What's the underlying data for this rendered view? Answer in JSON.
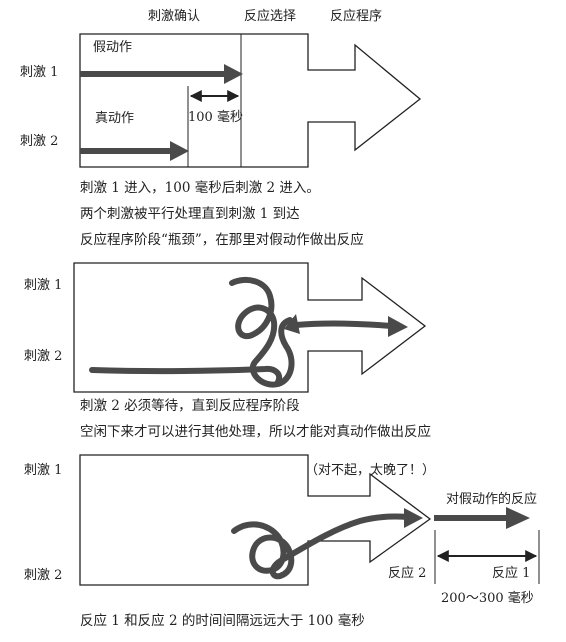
{
  "panel1": {
    "header": {
      "stage1": "刺激确认",
      "stage2": "反应选择",
      "stage3": "反应程序"
    },
    "label_stimulus1": "刺激 1",
    "label_stimulus2": "刺激 2",
    "label_fake_action": "假动作",
    "label_real_action": "真动作",
    "label_interval": "100 毫秒",
    "caption_lines": [
      "刺激 1 进入，100 毫秒后刺激 2 进入。",
      "两个刺激被平行处理直到刺激 1 到达",
      "反应程序阶段“瓶颈”，在那里对假动作做出反应"
    ]
  },
  "panel2": {
    "label_stimulus1": "刺激 1",
    "label_stimulus2": "刺激 2",
    "caption_lines": [
      "刺激 2 必须等待，直到反应程序阶段",
      "空闲下来才可以进行其他处理，所以才能对真动作做出反应"
    ]
  },
  "panel3": {
    "label_stimulus1": "刺激 1",
    "label_stimulus2": "刺激 2",
    "speech": "（对不起，太晚了！）",
    "label_fake_response": "对假动作的反应",
    "label_response2": "反应 2",
    "label_response1": "反应 1",
    "label_range": "200～300 毫秒",
    "caption": "反应 1 和反应 2 的时间间隔远远大于 100 毫秒"
  },
  "colors": {
    "line": "#222222",
    "thick_arrow": "#4a4a4a"
  }
}
